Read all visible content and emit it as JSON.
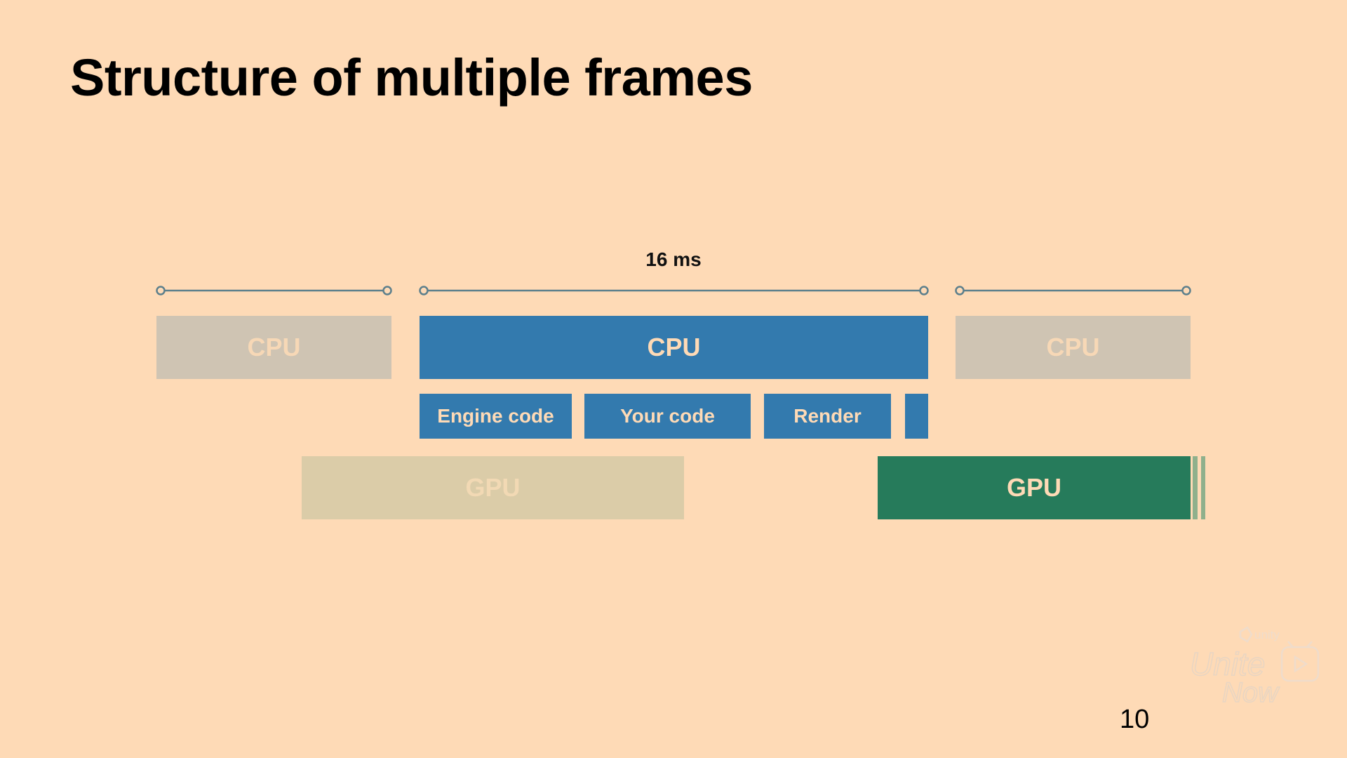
{
  "slide": {
    "title": "Structure of multiple frames",
    "page_number": "10"
  },
  "diagram": {
    "frame_duration_label": "16 ms",
    "cpu_bars": [
      {
        "label": "CPU",
        "state": "faded"
      },
      {
        "label": "CPU",
        "state": "active"
      },
      {
        "label": "CPU",
        "state": "faded"
      }
    ],
    "cpu_segments": [
      {
        "label": "Engine code"
      },
      {
        "label": "Your code"
      },
      {
        "label": "Render"
      },
      {
        "label": ""
      }
    ],
    "gpu_bars": [
      {
        "label": "GPU",
        "state": "faded"
      },
      {
        "label": "GPU",
        "state": "active"
      }
    ]
  },
  "branding": {
    "company": "unity",
    "event": "Unite",
    "event_suffix": "Now"
  },
  "colors": {
    "background": "#FEDAB6",
    "cpu_active": "#337AAE",
    "cpu_faded": "#CFC4B3",
    "gpu_active": "#267B5B",
    "gpu_faded": "#DBCCA8",
    "timeline": "#5C7F8C"
  }
}
